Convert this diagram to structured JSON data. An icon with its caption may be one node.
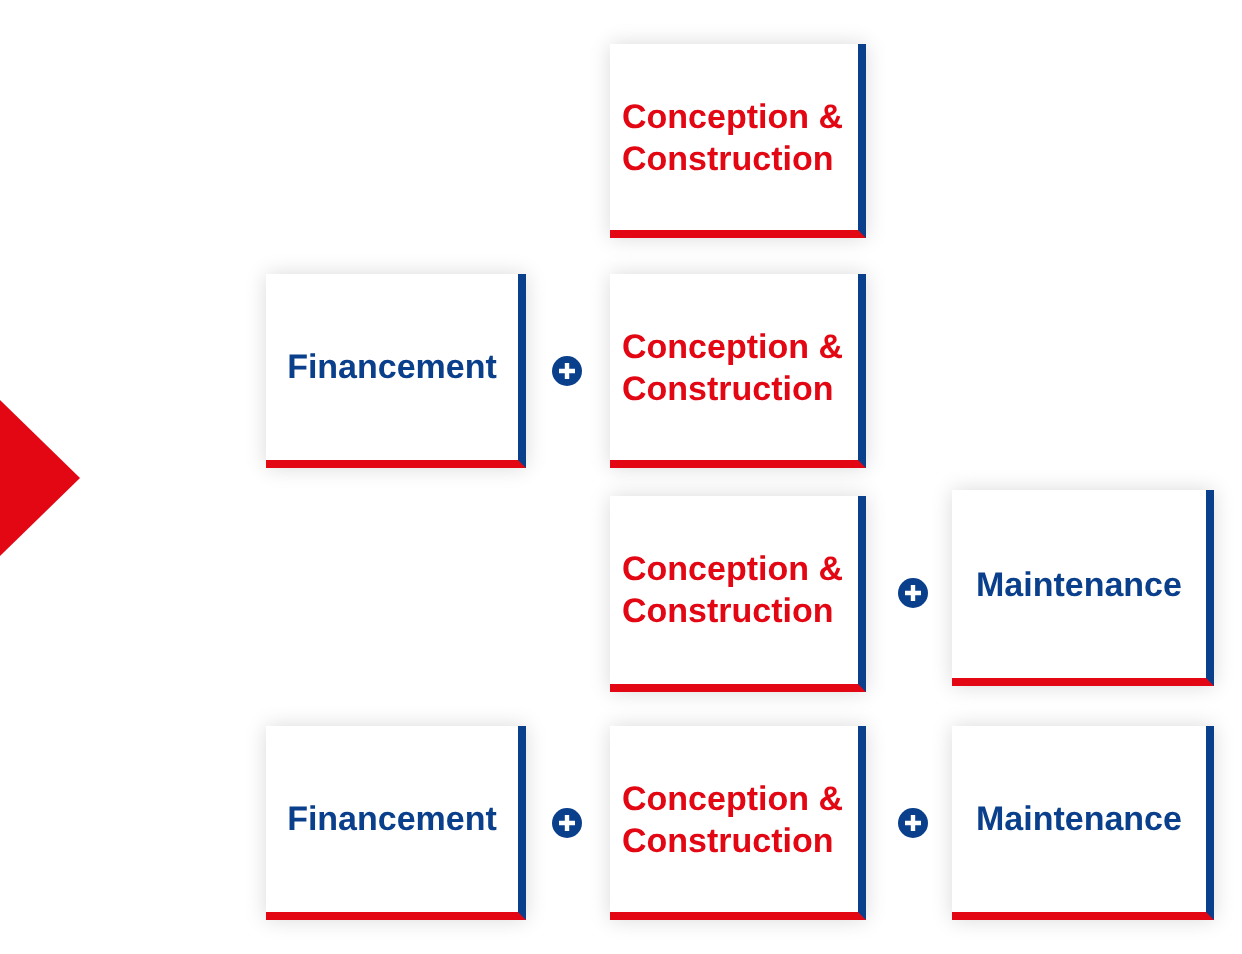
{
  "diagram": {
    "nodes": [
      {
        "text": [
          "Conception & Construction"
        ]
      },
      {
        "text": [
          "Financement"
        ]
      },
      {
        "text": [
          "Conception & Construction"
        ]
      },
      {
        "text": [
          "Conception & Construction"
        ]
      },
      {
        "text": [
          "Maintenance"
        ]
      },
      {
        "text": [
          "Financement"
        ]
      },
      {
        "text": [
          "Conception & Construction"
        ]
      },
      {
        "text": [
          "Maintenance"
        ]
      }
    ]
  }
}
